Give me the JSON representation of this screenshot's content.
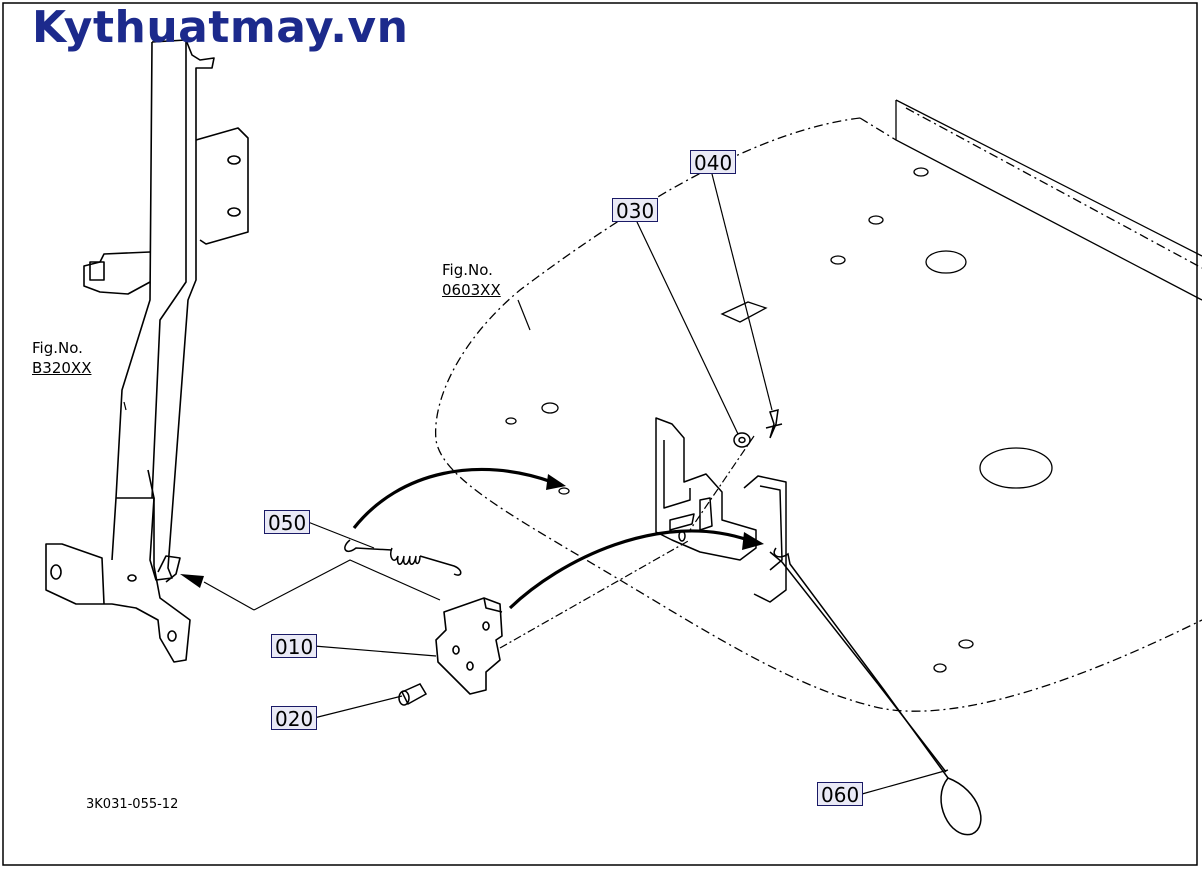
{
  "logo_text": "Kythuatmay.vn",
  "figure_refs": [
    {
      "line1": "Fig.No.",
      "line2": "B320XX"
    },
    {
      "line1": "Fig.No.",
      "line2": "0603XX"
    }
  ],
  "callouts": {
    "p010": "010",
    "p020": "020",
    "p030": "030",
    "p040": "040",
    "p050": "050",
    "p060": "060"
  },
  "drawing_number": "3K031-055-12",
  "colors": {
    "logo": "#1c2a8c",
    "callout_border": "#1a1a66",
    "callout_fill": "#eaeaf6",
    "line": "#000000"
  }
}
